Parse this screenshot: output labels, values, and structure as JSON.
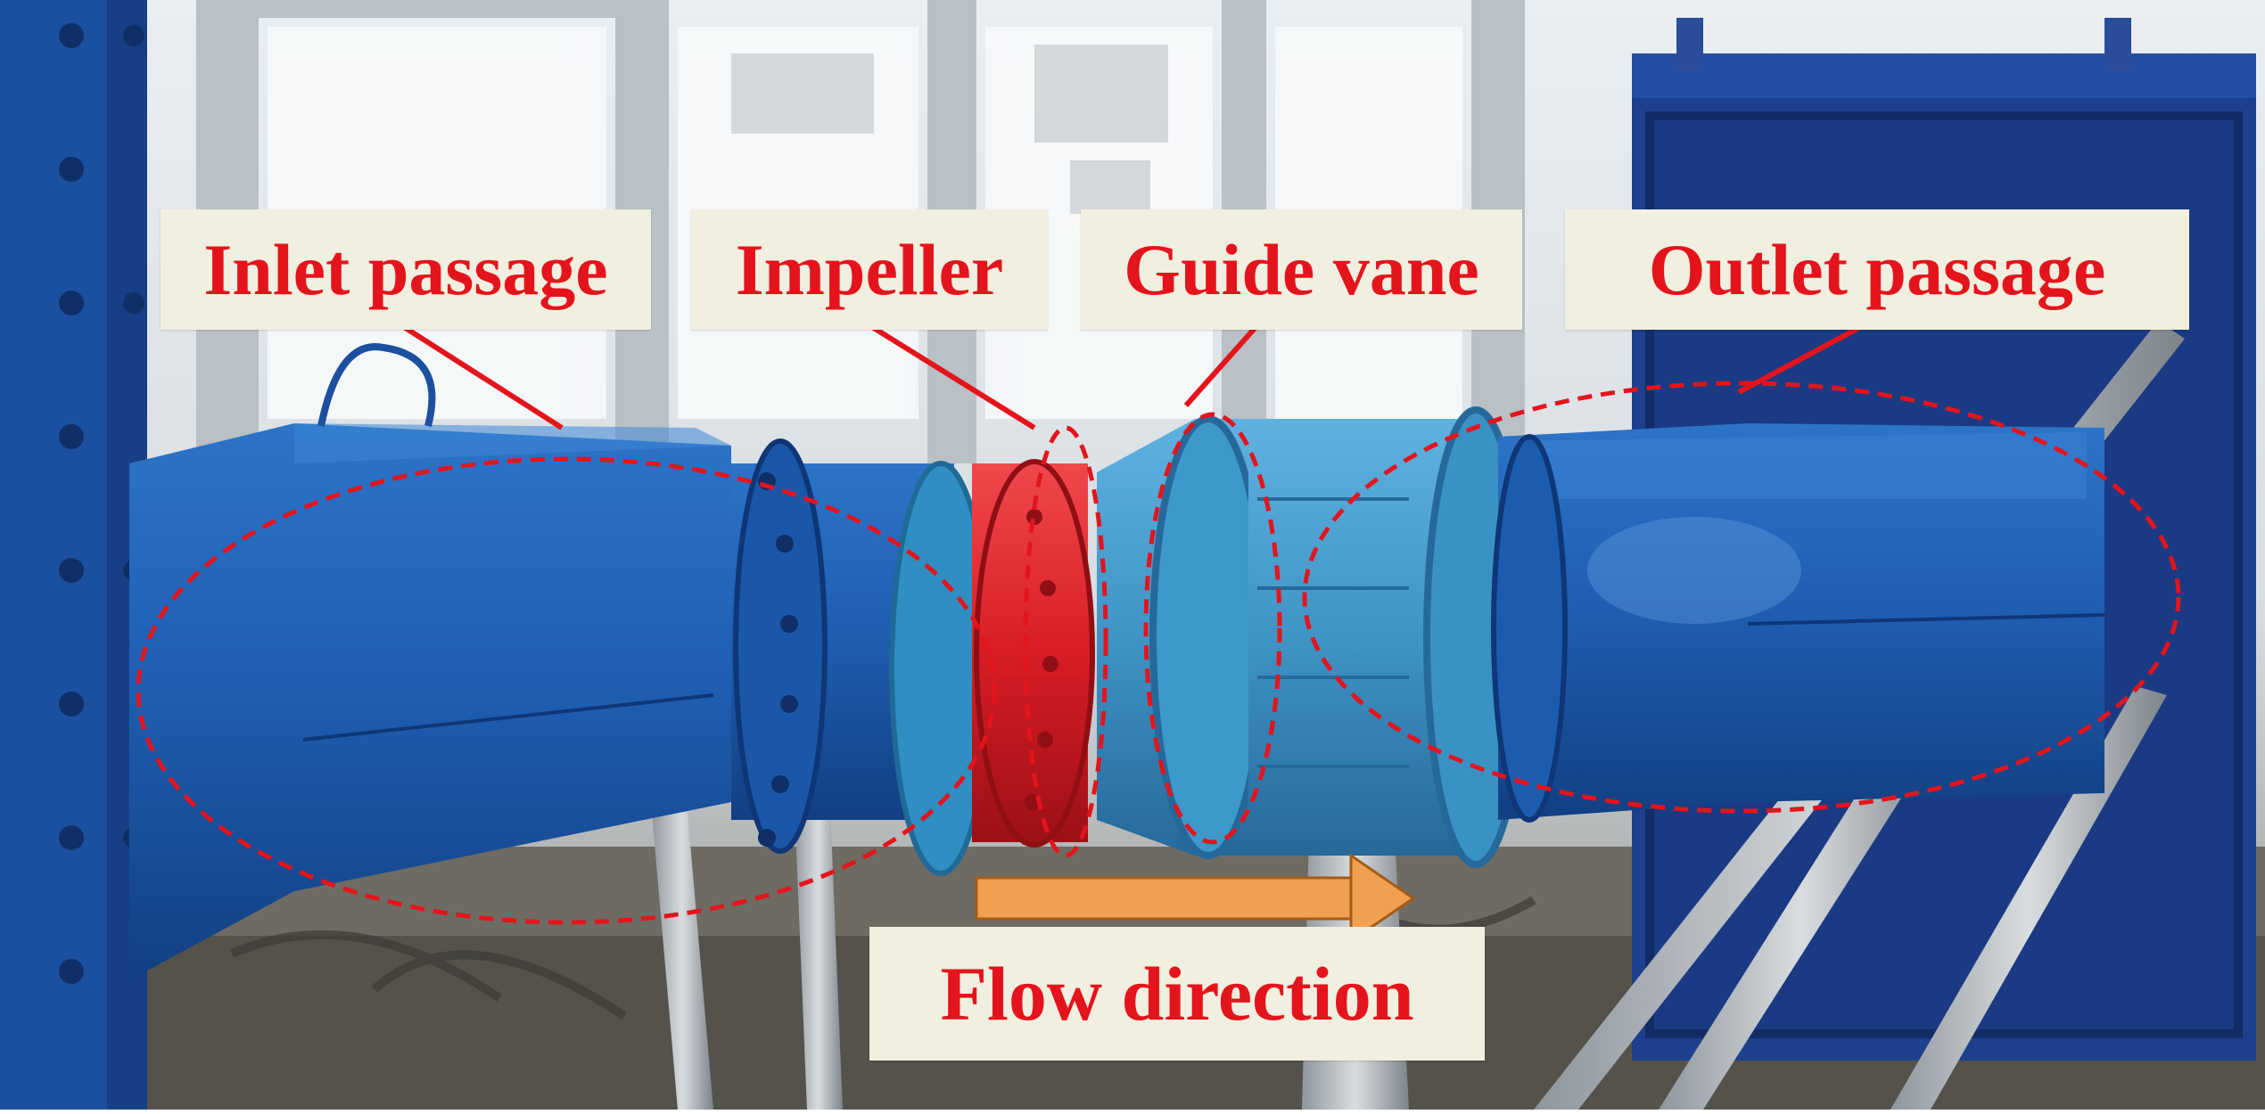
{
  "figure": {
    "labels": {
      "inlet": "Inlet passage",
      "impeller": "Impeller",
      "guide_vane": "Guide vane",
      "outlet": "Outlet passage",
      "flow": "Flow direction"
    },
    "colors": {
      "pump_blue": "#1f5fb3",
      "guide_teal": "#3f94c6",
      "impeller_red": "#d81c24",
      "annotation_red": "#e4141c",
      "arrow_orange": "#f0a050",
      "label_bg": "#f1efdf",
      "frame_blue": "#1c3f8e"
    }
  }
}
